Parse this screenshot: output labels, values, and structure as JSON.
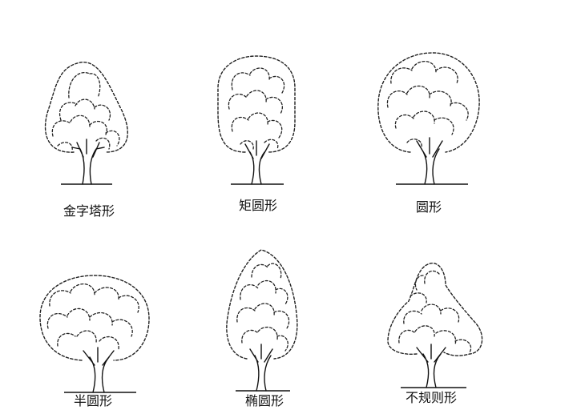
{
  "shapes": [
    {
      "label": "金字塔形"
    },
    {
      "label": "矩圆形"
    },
    {
      "label": "圆形"
    },
    {
      "label": "半圆形"
    },
    {
      "label": "椭圆形"
    },
    {
      "label": "不规则形"
    }
  ]
}
